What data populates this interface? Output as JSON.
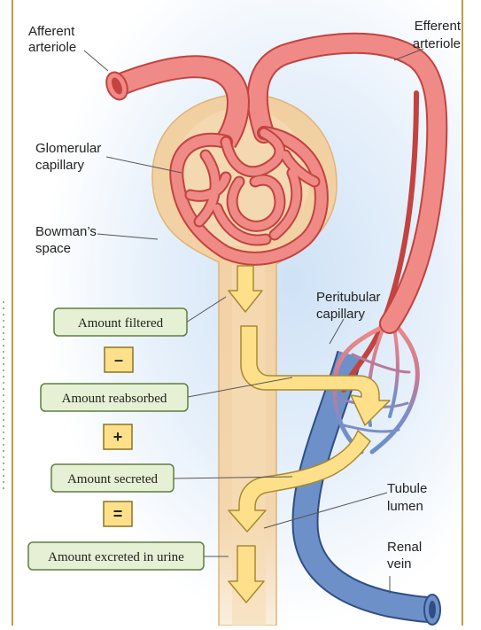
{
  "labels": {
    "afferent_line1": "Afferent",
    "afferent_line2": "arteriole",
    "efferent_line1": "Efferent",
    "efferent_line2": "arteriole",
    "glomerular_line1": "Glomerular",
    "glomerular_line2": "capillary",
    "bowman_line1": "Bowman’s",
    "bowman_line2": "space",
    "peritubular_line1": "Peritubular",
    "peritubular_line2": "capillary",
    "tubule_line1": "Tubule",
    "tubule_line2": "lumen",
    "renal_line1": "Renal",
    "renal_line2": "vein"
  },
  "boxes": {
    "filtered": "Amount filtered",
    "reabsorbed": "Amount reabsorbed",
    "secreted": "Amount secreted",
    "excreted": "Amount excreted in urine"
  },
  "operators": {
    "minus": "–",
    "plus": "+",
    "equals": "="
  },
  "colors": {
    "artery": "#f08a86",
    "artery_dark": "#c2433f",
    "vein": "#6d90c8",
    "vein_dark": "#2f4e86",
    "tubule": "#f1cfa0",
    "box_fill": "#e6f0d4",
    "box_stroke": "#5f7e3f",
    "arrow": "#ffe08a",
    "arrow_stroke": "#a88a30"
  }
}
